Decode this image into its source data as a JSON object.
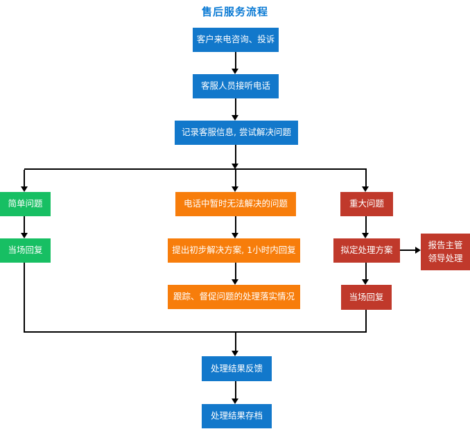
{
  "title": "售后服务流程",
  "colors": {
    "blue": "#1278cb",
    "green": "#17bf63",
    "orange": "#f77d0b",
    "red": "#c0392b",
    "title": "#0a7ad4",
    "connector": "#000000"
  },
  "nodes": {
    "customer_call": "客户来电咨询、投诉",
    "answer_call": "客服人员接听电话",
    "record_info": "记录客服信息, 尝试解决问题",
    "simple_problem": "简单问题",
    "simple_reply": "当场回复",
    "phone_unsolved": "电话中暂时无法解决的问题",
    "initial_plan": "提出初步解决方案, 1小时内回复",
    "follow_up": "跟踪、督促问题的处理落实情况",
    "major_problem": "重大问题",
    "make_plan": "拟定处理方案",
    "report_leader": "报告主管\n领导处理",
    "onsite_reply": "当场回复",
    "result_feedback": "处理结果反馈",
    "result_archive": "处理结果存档"
  }
}
